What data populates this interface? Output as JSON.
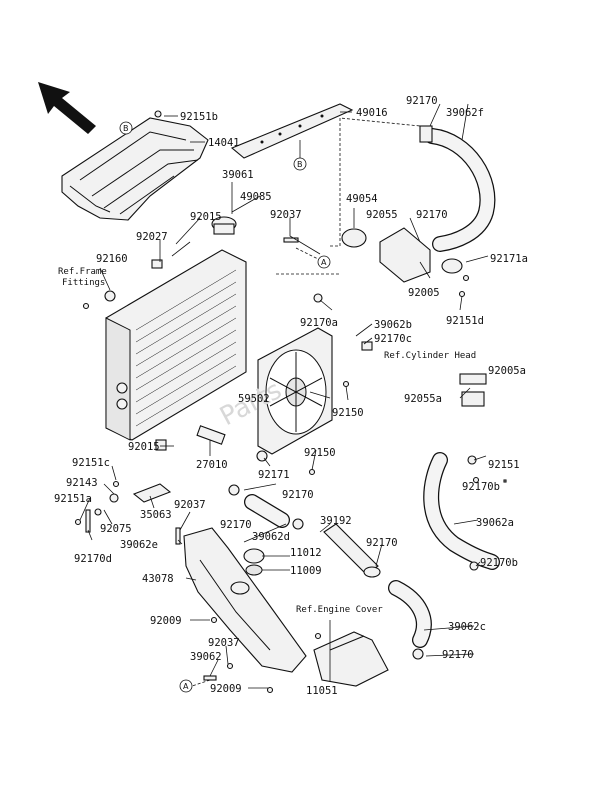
{
  "watermark": "Parts",
  "reference_labels": {
    "frame_line1": "Ref.Frame",
    "frame_line2": "Fittings",
    "cylinder_head": "Ref.Cylinder Head",
    "engine_cover": "Ref.Engine Cover"
  },
  "callouts": [
    "A",
    "B"
  ],
  "part_numbers": {
    "p92151b": "92151b",
    "p14041": "14041",
    "p49016": "49016",
    "p92170_top": "92170",
    "p39062f": "39062f",
    "p39061": "39061",
    "p49054": "49054",
    "p49085": "49085",
    "p92037_top": "92037",
    "p92055": "92055",
    "p92170_cap": "92170",
    "p92015_top": "92015",
    "p92027": "92027",
    "p92171a": "92171a",
    "p92160": "92160",
    "p92005": "92005",
    "p92170a": "92170a",
    "p92151d": "92151d",
    "p39062b": "39062b",
    "p92170c": "92170c",
    "p92005a": "92005a",
    "p59502": "59502",
    "p92150_a": "92150",
    "p92055a": "92055a",
    "p92015_mid": "92015",
    "p92150_b": "92150",
    "p92151c": "92151c",
    "p27010": "27010",
    "p92171": "92171",
    "p92151": "92151",
    "p92170b": "92170b",
    "p92143": "92143",
    "p92170_mid": "92170",
    "p92151a": "92151a",
    "p92075": "92075",
    "p35063": "35063",
    "p92037_mid": "92037",
    "p39192": "39192",
    "p92170_low": "92170",
    "p39062a": "39062a",
    "p39062e": "39062e",
    "p92170d": "92170d",
    "p92170_low2": "92170",
    "p39062d": "39062d",
    "p11012": "11012",
    "p11009": "11009",
    "p92170e": "92170b",
    "p43078": "43078",
    "p92009_a": "92009",
    "p39062c": "39062c",
    "p92037_low": "92037",
    "p39062": "39062",
    "p92170_bot": "92170",
    "p92009_b": "92009",
    "p11051": "11051"
  }
}
